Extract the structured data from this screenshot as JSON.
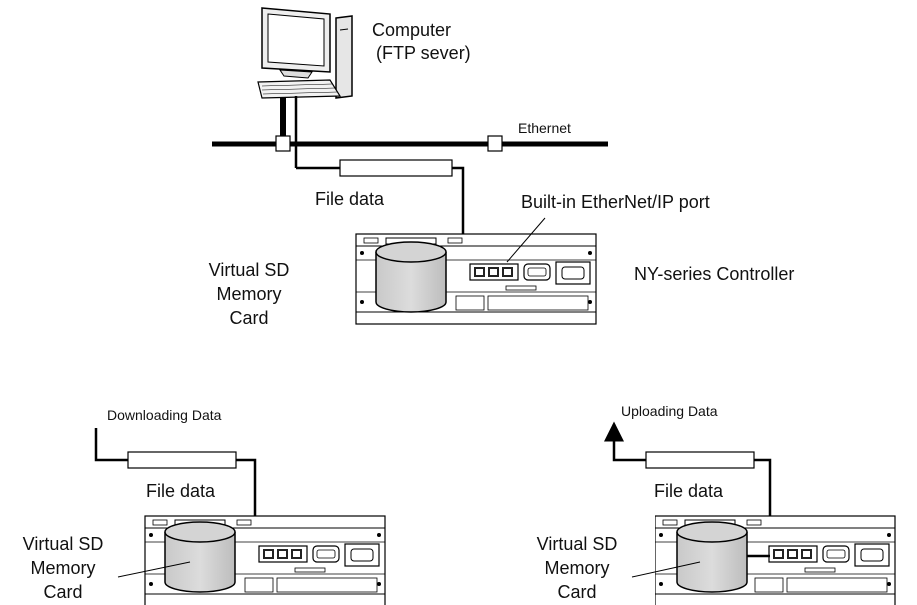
{
  "top": {
    "computer_label": "Computer",
    "computer_sublabel": "(FTP sever)",
    "ethernet_label": "Ethernet",
    "file_data_label": "File data",
    "port_label": "Built-in EtherNet/IP port",
    "sd_label": [
      "Virtual SD",
      "Memory",
      "Card"
    ],
    "controller_label": "NY-series Controller"
  },
  "download": {
    "title": "Downloading Data",
    "file_data_label": "File data",
    "sd_label": [
      "Virtual SD",
      "Memory",
      "Card"
    ]
  },
  "upload": {
    "title": "Uploading Data",
    "file_data_label": "File data",
    "sd_label": [
      "Virtual SD",
      "Memory",
      "Card"
    ]
  }
}
